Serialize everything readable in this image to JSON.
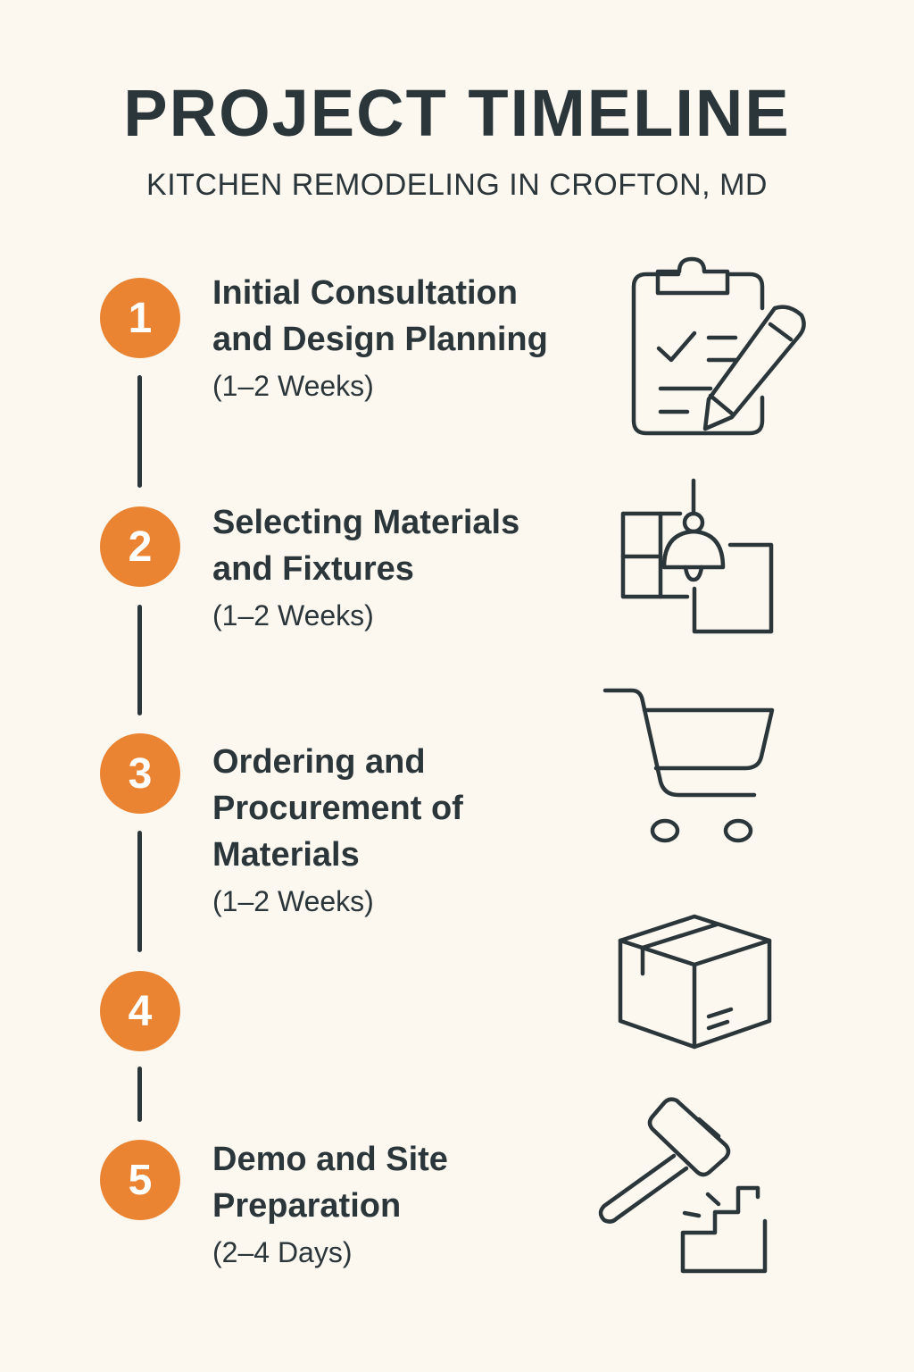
{
  "header": {
    "title": "PROJECT TIMELINE",
    "subtitle": "KITCHEN REMODELING IN CROFTON, MD"
  },
  "accent_color": "#ea8432",
  "text_color": "#2b363b",
  "background_color": "#fcf7ef",
  "steps": [
    {
      "number": "1",
      "title_line1": "Initial Consultation",
      "title_line2": "and Design Planning",
      "title_line3": "",
      "duration": "(1–2 Weeks)",
      "icon": "clipboard-pencil-icon"
    },
    {
      "number": "2",
      "title_line1": "Selecting Materials",
      "title_line2": "and Fixtures",
      "title_line3": "",
      "duration": "(1–2 Weeks)",
      "icon": "tiles-pendant-lamp-icon"
    },
    {
      "number": "3",
      "title_line1": "Ordering and",
      "title_line2": "Procurement of",
      "title_line3": "Materials",
      "duration": "(1–2 Weeks)",
      "icon": "shopping-cart-icon"
    },
    {
      "number": "4",
      "title_line1": "",
      "title_line2": "",
      "title_line3": "",
      "duration": "",
      "icon": "cardboard-box-icon"
    },
    {
      "number": "5",
      "title_line1": "Demo and Site",
      "title_line2": "Preparation",
      "title_line3": "",
      "duration": "(2–4 Days)",
      "icon": "hammer-demolition-icon"
    }
  ]
}
